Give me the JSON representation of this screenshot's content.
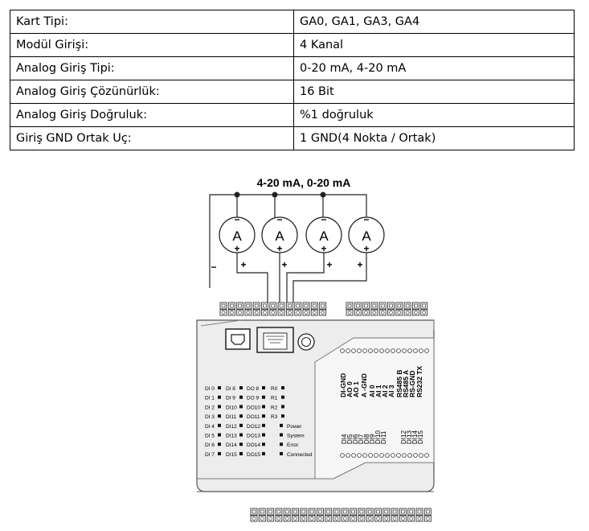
{
  "spec_table": [
    {
      "label": "Kart Tipi:",
      "value": "GA0, GA1, GA3, GA4"
    },
    {
      "label": "Modül Girişi:",
      "value": "4 Kanal"
    },
    {
      "label": "Analog Giriş Tipi:",
      "value": "0-20 mA, 4-20 mA"
    },
    {
      "label": "Analog Giriş Çözünürlük:",
      "value": "16 Bit"
    },
    {
      "label": "Analog Giriş Doğruluk:",
      "value": "%1 doğruluk"
    },
    {
      "label": "Giriş GND Ortak Uç:",
      "value": "1 GND(4 Nokta / Ortak)"
    }
  ],
  "diagram": {
    "signal_label": "4-20 mA, 0-20 mA",
    "meter_symbol": "A",
    "minus": "−",
    "plus": "+",
    "led_col1": [
      "DI 0",
      "DI 1",
      "DI 2",
      "DI 3",
      "DI 4",
      "DI 5",
      "DI 6",
      "DI 7"
    ],
    "led_col2": [
      "DI 8",
      "DI 9",
      "DI10",
      "DI11",
      "DI12",
      "DI13",
      "DI14",
      "DI15"
    ],
    "led_col3": [
      "DO 8",
      "DO 9",
      "DO10",
      "DO11",
      "DO12",
      "DO13",
      "DO14",
      "DO15"
    ],
    "led_col4": [
      "R0",
      "R1",
      "R2",
      "R3"
    ],
    "status": [
      "Power",
      "System",
      "Error",
      "Connected"
    ],
    "top_terminals": [
      "DI-GND",
      "AO 0",
      "AO 1",
      "A -GND",
      "AI 0",
      "AI 1",
      "AI 2",
      "AI 3",
      "RS485 B",
      "RS485 A",
      "RS-GND",
      "RS232 TX"
    ],
    "bottom_terminals": [
      "DI4",
      "DI5",
      "DI6",
      "DI7",
      "DI8",
      "DI9",
      "DI10",
      "DI11",
      "DI12",
      "DI13",
      "DI14",
      "DI15"
    ]
  }
}
